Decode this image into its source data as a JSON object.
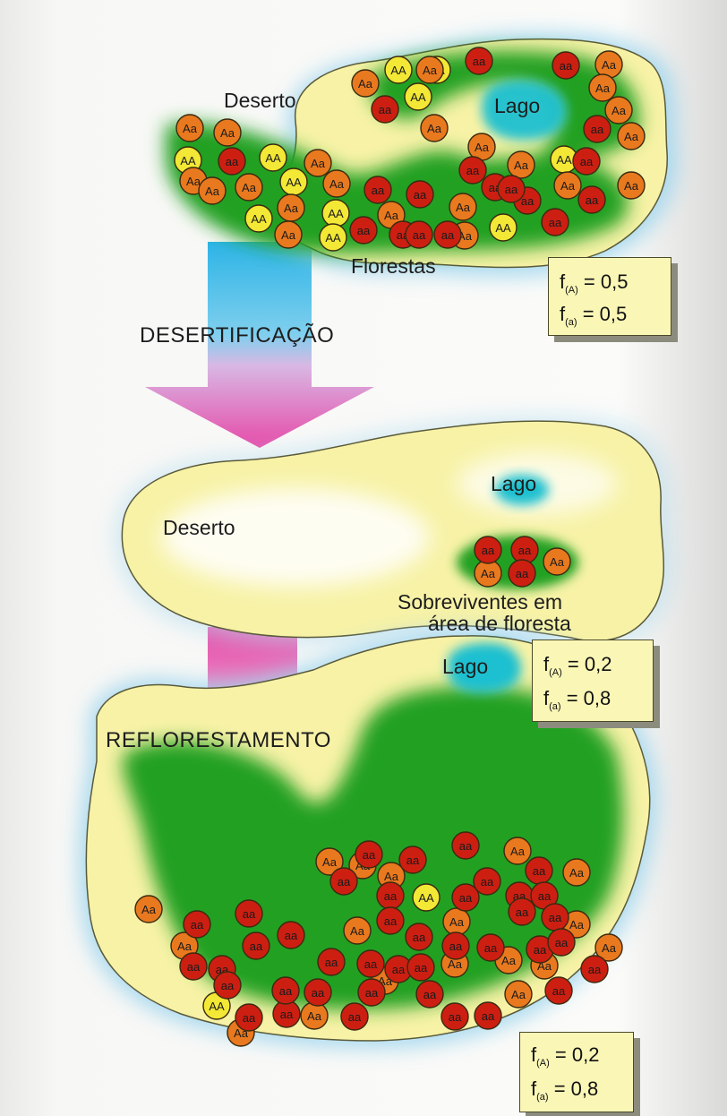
{
  "figure": {
    "steps": [
      "DESERTIFICAÇÃO",
      "REFLORESTAMENTO"
    ],
    "panels": [
      {
        "labels": {
          "desert": "Deserto",
          "lake": "Lago",
          "forest": "Florestas"
        },
        "freqs": {
          "fA_value": "= 0,5",
          "fa_value": "= 0,5"
        },
        "alleles": {
          "AA": [
            "AA",
            "AA",
            "AA",
            "AA",
            "AA",
            "AA",
            "AA",
            "AA",
            "AA",
            "AA",
            "AA"
          ],
          "Aa": [
            "Aa",
            "Aa",
            "Aa",
            "Aa",
            "Aa",
            "Aa",
            "Aa",
            "Aa",
            "Aa",
            "Aa",
            "Aa",
            "Aa",
            "Aa",
            "Aa",
            "Aa",
            "Aa",
            "Aa",
            "Aa",
            "Aa",
            "Aa",
            "Aa",
            "Aa"
          ],
          "aa": [
            "aa",
            "aa",
            "aa",
            "aa",
            "aa",
            "aa",
            "aa",
            "aa",
            "aa",
            "aa",
            "aa"
          ]
        }
      },
      {
        "labels": {
          "desert": "Deserto",
          "lake": "Lago",
          "survivors_1": "Sobreviventes em",
          "survivors_2": "área de floresta"
        },
        "freqs": {
          "fA_value": "= 0,2",
          "fa_value": "= 0,8"
        },
        "alleles": {
          "Aa": [
            "Aa",
            "Aa"
          ],
          "aa": [
            "aa",
            "aa",
            "aa"
          ]
        }
      },
      {
        "labels": {
          "lake": "Lago"
        },
        "freqs": {
          "fA_value": "= 0,2",
          "fa_value": "= 0,8"
        },
        "alleles": {
          "AA": [
            "AA",
            "AA"
          ],
          "Aa": [
            "Aa",
            "Aa",
            "Aa",
            "Aa",
            "Aa",
            "Aa",
            "Aa",
            "Aa",
            "Aa",
            "Aa",
            "Aa",
            "Aa",
            "Aa",
            "Aa",
            "Aa",
            "Aa"
          ],
          "aa": [
            "aa",
            "aa",
            "aa",
            "aa",
            "aa",
            "aa",
            "aa",
            "aa",
            "aa",
            "aa",
            "aa",
            "aa",
            "aa",
            "aa",
            "aa",
            "aa",
            "aa",
            "aa",
            "aa",
            "aa",
            "aa",
            "aa",
            "aa",
            "aa",
            "aa",
            "aa",
            "aa",
            "aa",
            "aa",
            "aa",
            "aa",
            "aa",
            "aa",
            "aa",
            "aa",
            "aa",
            "aa",
            "aa",
            "aa",
            "aa"
          ]
        }
      }
    ],
    "freq_labels": {
      "fA": "f",
      "fA_sub": "(A)",
      "fa": "f",
      "fa_sub": "(a)"
    }
  },
  "colors": {
    "land": "#f7f2a6",
    "forest": "#1f9a1f",
    "water": "#1ec0d0",
    "AA": "#f3e835",
    "Aa": "#e9791e",
    "aa": "#cc1f12",
    "arrow_cyan": "#2cb4e6",
    "arrow_pink": "#e64aa8"
  }
}
